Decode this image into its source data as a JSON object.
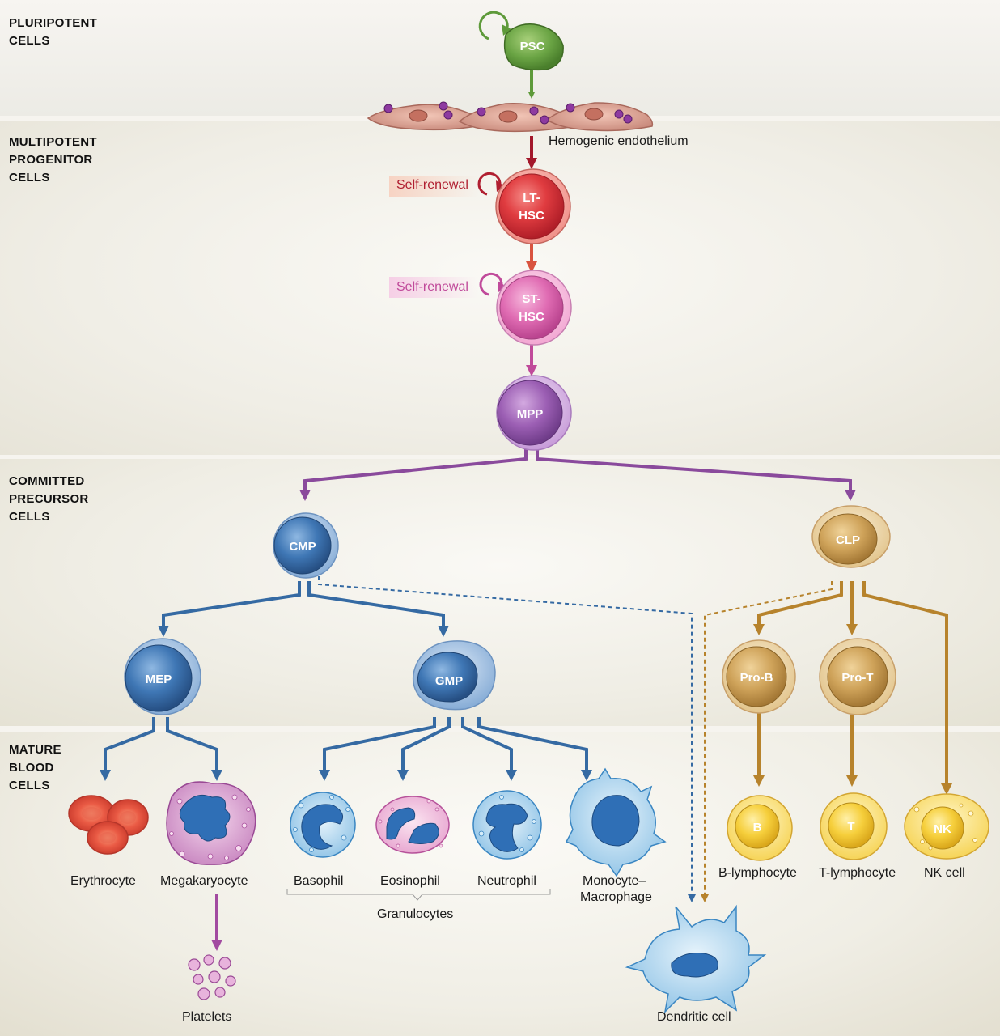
{
  "stages": {
    "pluripotent": "PLURIPOTENT\nCELLS",
    "multipotent": "MULTIPOTENT\nPROGENITOR\nCELLS",
    "committed": "COMMITTED\nPRECURSOR\nCELLS",
    "mature": "MATURE\nBLOOD\nCELLS"
  },
  "cells": {
    "psc": "PSC",
    "lt_hsc_1": "LT-",
    "lt_hsc_2": "HSC",
    "st_hsc_1": "ST-",
    "st_hsc_2": "HSC",
    "mpp": "MPP",
    "cmp": "CMP",
    "clp": "CLP",
    "mep": "MEP",
    "gmp": "GMP",
    "pro_b": "Pro-B",
    "pro_t": "Pro-T",
    "b": "B",
    "t": "T",
    "nk": "NK"
  },
  "labels": {
    "hemogenic": "Hemogenic endothelium",
    "self_renewal_1": "Self-renewal",
    "self_renewal_2": "Self-renewal",
    "erythrocyte": "Erythrocyte",
    "megakaryocyte": "Megakaryocyte",
    "basophil": "Basophil",
    "eosinophil": "Eosinophil",
    "neutrophil": "Neutrophil",
    "monocyte_1": "Monocyte–",
    "monocyte_2": "Macrophage",
    "granulocytes": "Granulocytes",
    "platelets": "Platelets",
    "dendritic": "Dendritic cell",
    "b_lymphocyte": "B-lymphocyte",
    "t_lymphocyte": "T-lymphocyte",
    "nk_cell": "NK cell"
  },
  "colors": {
    "green": "#5e9a3a",
    "dark_red": "#a3182b",
    "red": "#d93a3f",
    "pink": "#cc4a9c",
    "purple": "#8a4a9c",
    "blue": "#356aa3",
    "gold": "#b7832c",
    "yellow": "#f4c93b"
  }
}
